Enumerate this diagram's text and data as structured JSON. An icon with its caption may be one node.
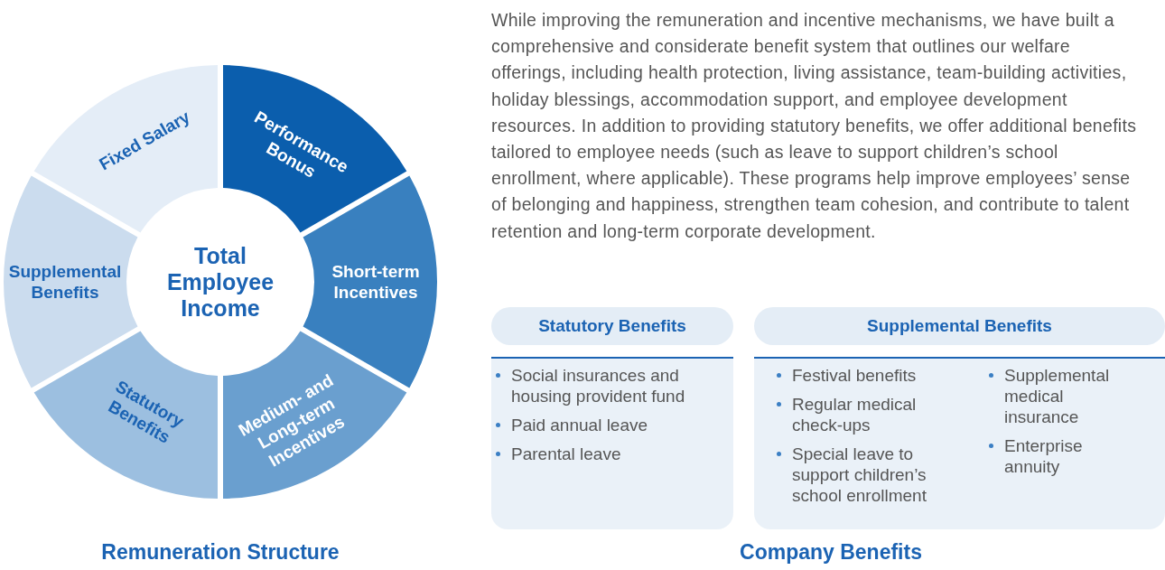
{
  "diagram": {
    "nodes": [
      {
        "text": [
          "Total Employee Income"
        ]
      },
      {
        "text": [
          "Fixed Salary"
        ]
      },
      {
        "text": [
          "Performance Bonus"
        ]
      },
      {
        "text": [
          "Short-term Incentives"
        ]
      },
      {
        "text": [
          "Medium- and Long-term Incentives"
        ]
      },
      {
        "text": [
          "Statutory Benefits"
        ]
      },
      {
        "text": [
          "Supplemental Benefits"
        ]
      },
      {
        "text": [
          "Statutory Benefits",
          "Social insurances and housing provident fund",
          "Paid annual leave",
          "Parental leave"
        ]
      },
      {
        "text": [
          "Supplemental Benefits",
          "Festival benefits",
          "Regular medical check-ups",
          "Special leave to support children’s school enrollment",
          "Supplemental medical insurance",
          "Enterprise annuity"
        ]
      }
    ],
    "labels": [
      "While improving the remuneration and incentive mechanisms, we have built a comprehensive and considerate benefit system that outlines our welfare offerings, including health protection, living assistance, team-building activities, holiday blessings, accommodation support, and employee development resources. In addition to providing statutory benefits, we offer additional benefits tailored to employee needs (such as leave to support children’s school enrollment, where applicable). These programs help improve employees’ sense of belonging and happiness, strengthen team cohesion, and contribute to talent retention and long-term corporate development.",
      "Remuneration Structure",
      "Company Benefits"
    ]
  }
}
